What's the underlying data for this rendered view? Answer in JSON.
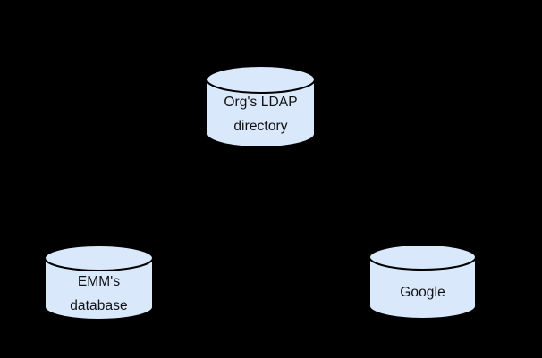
{
  "diagram": {
    "type": "architecture-diagram",
    "background_color": "#000000",
    "colors": {
      "node_fill": "#dae8fc",
      "node_stroke": "#000000",
      "label_text": "#111111"
    },
    "nodes": [
      {
        "id": "orgs-ldap-directory",
        "shape": "database-cylinder",
        "label_lines": [
          "Org's LDAP",
          "directory"
        ]
      },
      {
        "id": "emms-database",
        "shape": "database-cylinder",
        "label_lines": [
          "EMM's",
          "database"
        ]
      },
      {
        "id": "google",
        "shape": "database-cylinder",
        "label_lines": [
          "Google"
        ]
      }
    ]
  }
}
